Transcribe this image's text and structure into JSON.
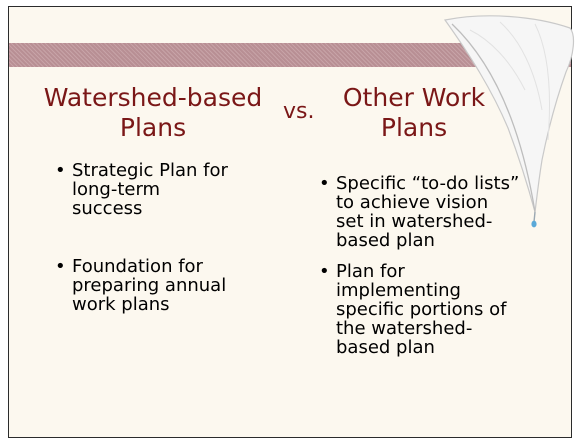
{
  "headings": {
    "left": [
      "Watershed-based",
      "Plans"
    ],
    "vs": "vs.",
    "right": [
      "Other Work",
      "Plans"
    ]
  },
  "left_bullets": [
    [
      "Strategic Plan for",
      "long-term",
      "success"
    ],
    [
      "Foundation for",
      "preparing annual",
      "work plans"
    ]
  ],
  "right_bullets": [
    [
      "Specific “to-do lists”",
      "to achieve vision",
      "set in watershed-",
      "based plan"
    ],
    [
      "Plan for",
      "implementing",
      "specific portions of",
      "the watershed-",
      "based plan"
    ]
  ],
  "bullet_glyph": "•",
  "colors": {
    "heading": "#7a1717",
    "background": "#fcf8ef",
    "stripe": "#b88f94",
    "border": "#2b2b2b",
    "ink_drop": "#5aa9d8"
  },
  "decorations": {
    "quill": "feather-quill-icon"
  }
}
